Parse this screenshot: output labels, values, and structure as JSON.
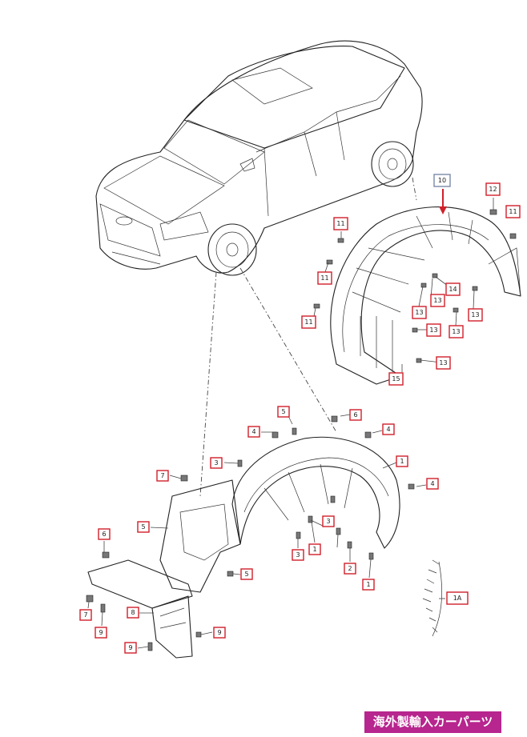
{
  "diagram": {
    "callouts": [
      {
        "label": "12"
      },
      {
        "label": "11"
      },
      {
        "label": "11"
      },
      {
        "label": "11"
      },
      {
        "label": "11"
      },
      {
        "label": "13"
      },
      {
        "label": "13"
      },
      {
        "label": "13"
      },
      {
        "label": "13"
      },
      {
        "label": "13"
      },
      {
        "label": "13"
      },
      {
        "label": "14"
      },
      {
        "label": "15"
      },
      {
        "label": "6"
      },
      {
        "label": "5"
      },
      {
        "label": "4"
      },
      {
        "label": "4"
      },
      {
        "label": "4"
      },
      {
        "label": "3"
      },
      {
        "label": "7"
      },
      {
        "label": "1"
      },
      {
        "label": "5"
      },
      {
        "label": "3"
      },
      {
        "label": "6"
      },
      {
        "label": "3"
      },
      {
        "label": "1"
      },
      {
        "label": "2"
      },
      {
        "label": "1"
      },
      {
        "label": "5"
      },
      {
        "label": "7"
      },
      {
        "label": "9"
      },
      {
        "label": "8"
      },
      {
        "label": "9"
      },
      {
        "label": "9"
      },
      {
        "label": "1A"
      },
      {
        "label": "10"
      }
    ]
  },
  "badge": {
    "text": "海外製輸入カーパーツ"
  },
  "colors": {
    "callout_border": "#d0202a",
    "badge_bg": "#b7258e",
    "arrow": "#d0202a"
  }
}
